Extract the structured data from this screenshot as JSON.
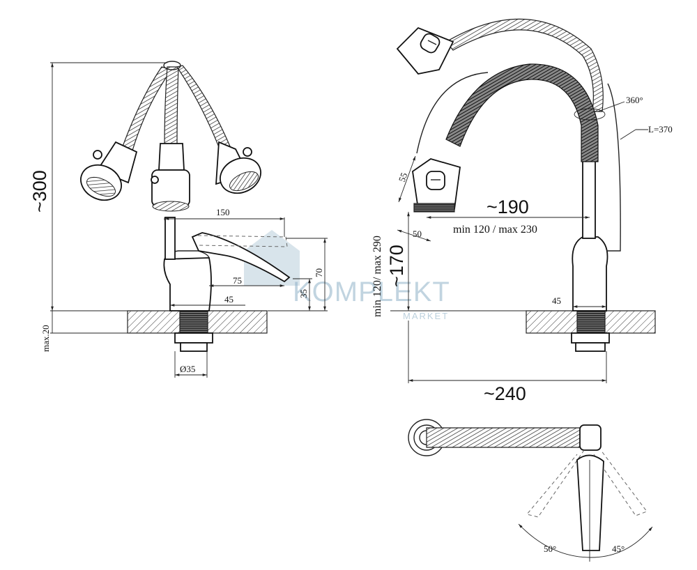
{
  "watermark": {
    "brand": "KOMPLEKT",
    "sub": "MARKET"
  },
  "left_view": {
    "height_total": "~300",
    "spout_reach": "150",
    "lever_reach": "75",
    "body_width": "45",
    "height_70": "70",
    "height_35": "35",
    "max_thickness": "max.20",
    "thread_diameter": "Ø35"
  },
  "right_view": {
    "rotation": "360°",
    "hose_length": "L=370",
    "head_55": "55",
    "head_50": "50",
    "reach_main": "~190",
    "reach_range": "min 120 / max 230",
    "height_main": "~170",
    "height_range": "min 120/ max 290",
    "body_width": "45",
    "total_width": "~240"
  },
  "top_view": {
    "angle_left": "50°",
    "angle_right": "45°"
  }
}
